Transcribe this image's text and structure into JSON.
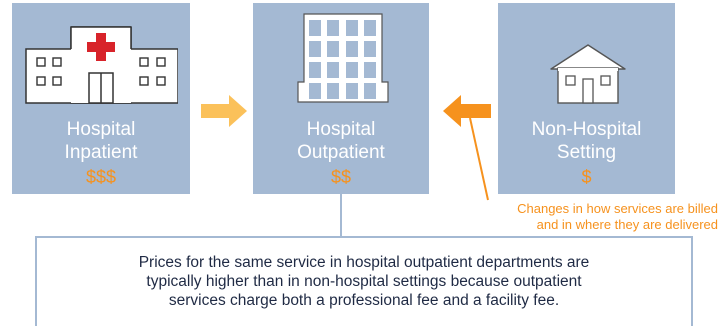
{
  "colors": {
    "box": "#a4b9d3",
    "accent": "#f6921e",
    "arrow_right": "#fbc15a",
    "icon_fill": "#ffffff",
    "icon_stroke": "#333333",
    "cross": "#d8232a"
  },
  "boxes": {
    "inpatient": {
      "title_line1": "Hospital",
      "title_line2": "Inpatient",
      "price": "$$$",
      "icon": "hospital-building-icon"
    },
    "outpatient": {
      "title_line1": "Hospital",
      "title_line2": "Outpatient",
      "price": "$$",
      "icon": "office-building-icon"
    },
    "nonhospital": {
      "title_line1": "Non-Hospital",
      "title_line2": "Setting",
      "price": "$",
      "icon": "house-icon"
    }
  },
  "arrows": {
    "right": "arrow-right-icon",
    "left": "arrow-left-icon"
  },
  "callout": {
    "line1": "Changes in how services are billed",
    "line2": "and in where they are delivered"
  },
  "explanation": {
    "line1": "Prices for the same service in hospital outpatient departments are",
    "line2": "typically higher than in non-hospital settings because outpatient",
    "line3": "services charge both a professional fee and a facility fee."
  }
}
